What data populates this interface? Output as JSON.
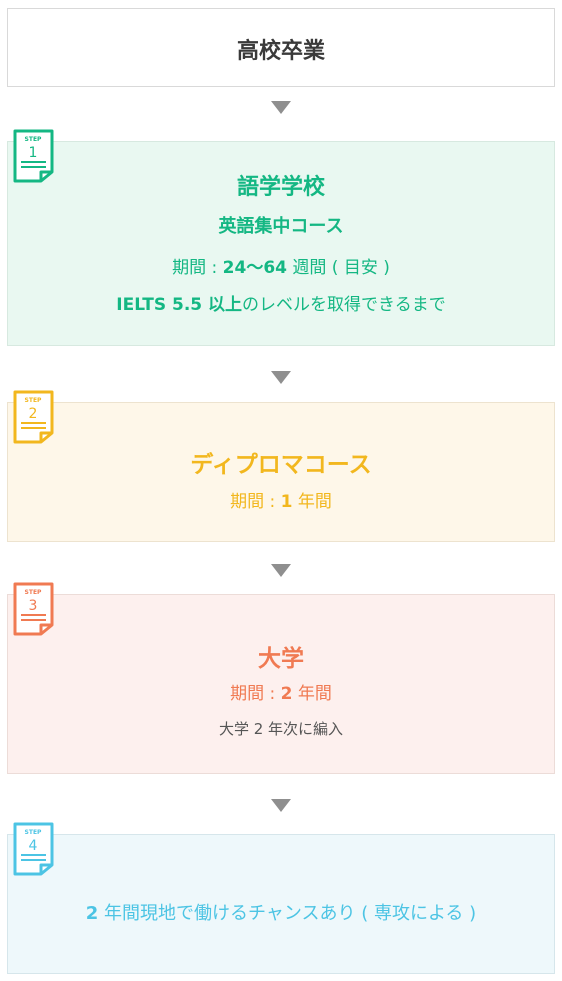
{
  "top": {
    "title": "高校卒業"
  },
  "steps": [
    {
      "badge_label": "STEP",
      "badge_num": "1",
      "title": "語学学校",
      "subtitle": "英語集中コース",
      "period_prefix": "期間 : ",
      "period_value": "24〜64",
      "period_suffix": " 週間 ( 目安 )",
      "req_bold": "IELTS 5.5 以上",
      "req_rest": "のレベルを取得できるまで",
      "color": "#14b783"
    },
    {
      "badge_label": "STEP",
      "badge_num": "2",
      "title": "ディプロマコース",
      "period_prefix": "期間 : ",
      "period_value": "1",
      "period_suffix": " 年間",
      "color": "#f2b71e"
    },
    {
      "badge_label": "STEP",
      "badge_num": "3",
      "title": "大学",
      "period_prefix": "期間 : ",
      "period_value": "2",
      "period_suffix": " 年間",
      "note": "大学 2 年次に編入",
      "color": "#f07a52"
    },
    {
      "badge_label": "STEP",
      "badge_num": "4",
      "text_bold": "2",
      "text_rest": " 年間現地で働けるチャンスあり ( 専攻による )",
      "color": "#4cc4e4"
    }
  ]
}
